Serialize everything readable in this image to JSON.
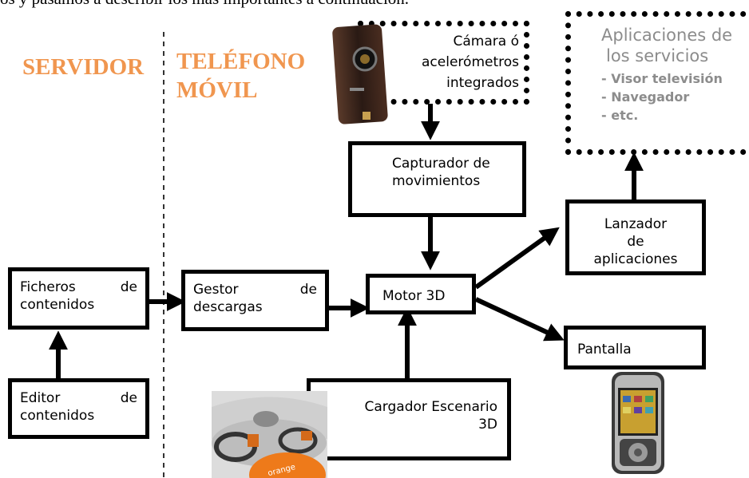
{
  "intro_text": "os y pasamos a describir los más importantes a continuación.",
  "labels": {
    "servidor": "SERVIDOR",
    "telefono_line1": "TELÉFONO",
    "telefono_line2": "MÓVIL"
  },
  "boxes": {
    "ficheros": [
      "Ficheros de",
      "contenidos"
    ],
    "editor": [
      "Editor de",
      "contenidos"
    ],
    "gestor": [
      "Gestor de",
      "descargas"
    ],
    "motor": "Motor 3D",
    "capturador": [
      "Capturador de",
      "movimientos"
    ],
    "camara": [
      "Cámara ó",
      "acelerómetros",
      "integrados"
    ],
    "lanzador": [
      "Lanzador",
      "de",
      "aplicaciones"
    ],
    "pantalla": "Pantalla",
    "cargador": [
      "Cargador Escenario",
      "3D"
    ],
    "aplicaciones": {
      "title": [
        "Aplicaciones de",
        "los servicios"
      ],
      "items": [
        "- Visor televisión",
        "- Navegador",
        "- etc."
      ]
    }
  },
  "scene_logo": "orange",
  "colors": {
    "label_orange": "#f0964f",
    "grey_text": "#8c8c8c",
    "ink": "#000000"
  }
}
